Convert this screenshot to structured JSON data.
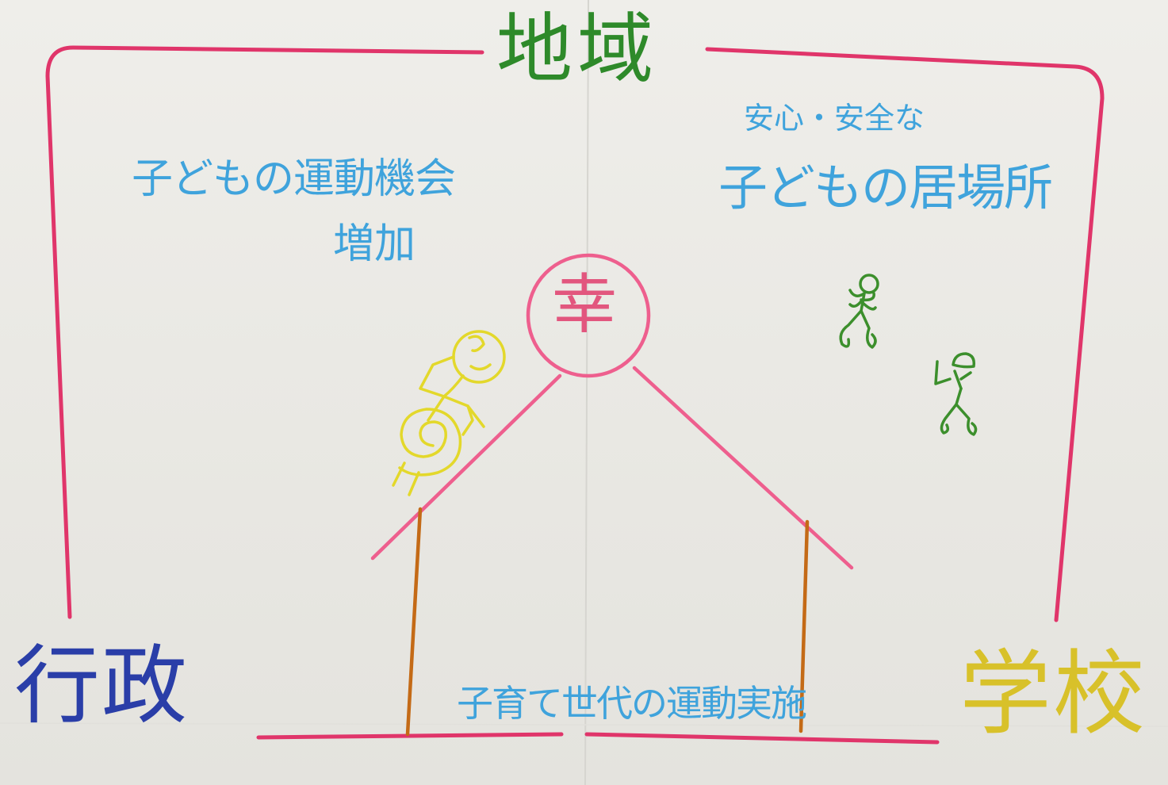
{
  "regions": {
    "community": "地域",
    "administration": "行政",
    "school": "学校"
  },
  "notes": {
    "left_line1": "子どもの運動機会",
    "left_line2": "増加",
    "right_line1": "安心・安全な",
    "right_line2": "子どもの居場所",
    "bottom": "子育て世代の運動実施"
  },
  "center": {
    "glyph": "幸"
  },
  "colors": {
    "frame_pink": "#e0356a",
    "roof_pink": "#ee5f8e",
    "wall_orange": "#c46a16",
    "green": "#2e8a2a",
    "blue_text": "#3fa3dc",
    "admin_blue": "#2a3ea8",
    "yellow": "#d8c12a"
  }
}
